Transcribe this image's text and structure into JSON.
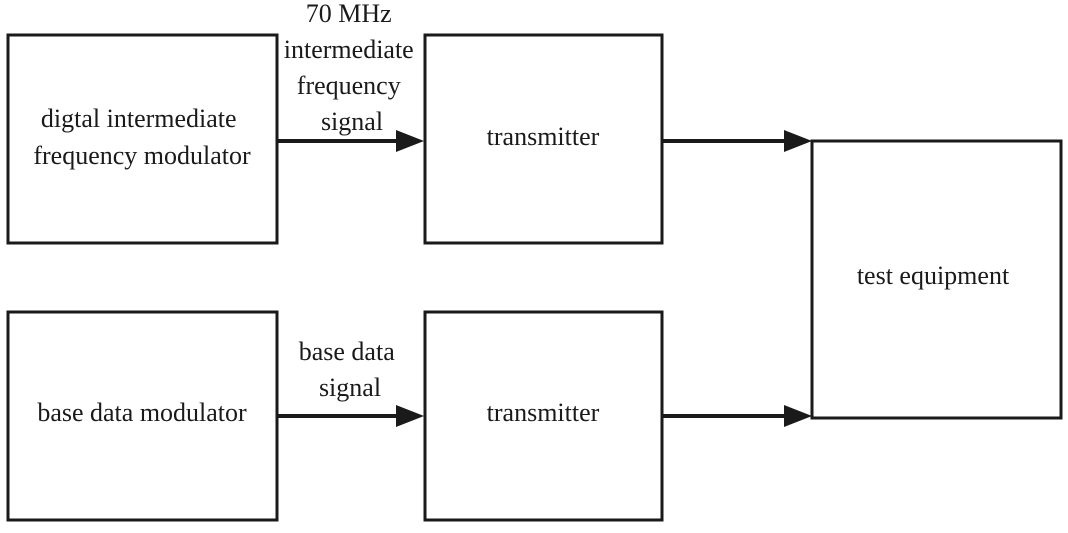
{
  "blocks": {
    "dif_modulator": [
      "digtal intermediate",
      "frequency modulator"
    ],
    "base_modulator": [
      "base data modulator"
    ],
    "transmitter_top": [
      "transmitter"
    ],
    "transmitter_bottom": [
      "transmitter"
    ],
    "test_equipment": [
      "test equipment"
    ]
  },
  "signals": {
    "top": [
      "70 MHz",
      "intermediate",
      "frequency",
      "signal"
    ],
    "bottom": [
      "base data",
      "signal"
    ]
  }
}
